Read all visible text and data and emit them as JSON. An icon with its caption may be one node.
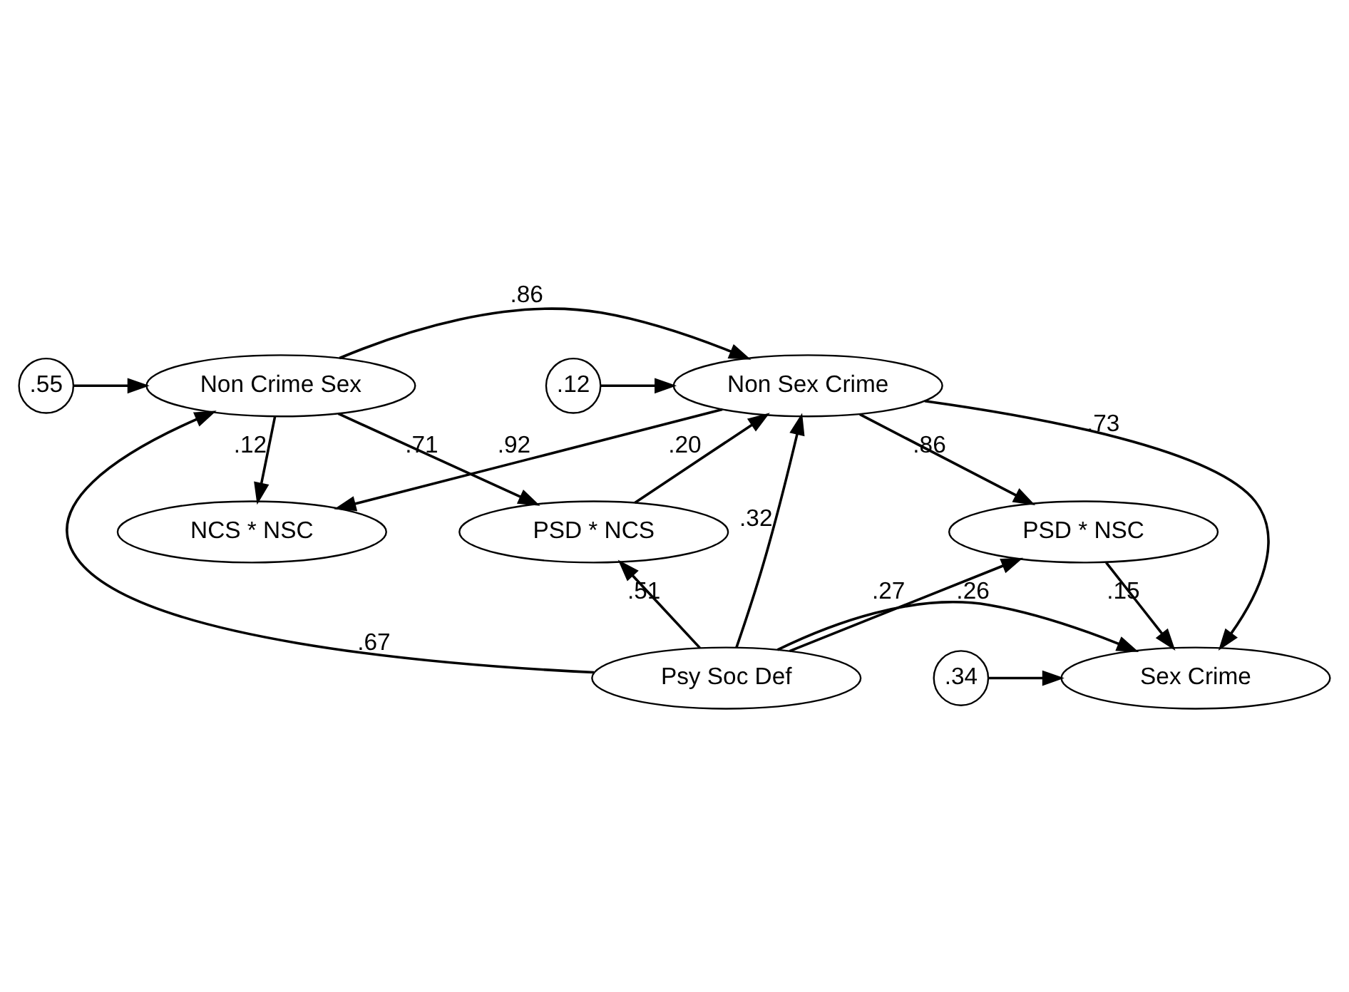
{
  "diagram": {
    "nodes": [
      {
        "text": [
          "Non Crime Sex"
        ]
      },
      {
        "text": [
          ".55"
        ]
      },
      {
        "text": [
          ".12"
        ]
      },
      {
        "text": [
          "Non Sex Crime"
        ]
      },
      {
        "text": [
          "NCS * NSC"
        ]
      },
      {
        "text": [
          "PSD * NCS"
        ]
      },
      {
        "text": [
          "PSD * NSC"
        ]
      },
      {
        "text": [
          "Psy Soc Def"
        ]
      },
      {
        "text": [
          "Sex Crime"
        ]
      },
      {
        "text": [
          ".34"
        ]
      }
    ],
    "edges": [
      {
        "from": 1,
        "to": 0,
        "arrow": "to"
      },
      {
        "from": 2,
        "to": 3,
        "arrow": "to"
      },
      {
        "from": 0,
        "to": 3,
        "arrow": "to",
        "label": ".86"
      },
      {
        "from": 0,
        "to": 4,
        "arrow": "to",
        "label": ".12"
      },
      {
        "from": 3,
        "to": 4,
        "arrow": "to",
        "label": ".92"
      },
      {
        "from": 5,
        "to": 3,
        "arrow": "to",
        "label": ".20"
      },
      {
        "from": 7,
        "to": 3,
        "arrow": "to",
        "label": ".32"
      },
      {
        "from": 0,
        "to": 5,
        "arrow": "to",
        "label": ".71"
      },
      {
        "from": 3,
        "to": 6,
        "arrow": "to",
        "label": ".86"
      },
      {
        "from": 7,
        "to": 0,
        "arrow": "to",
        "label": ".67"
      },
      {
        "from": 7,
        "to": 5,
        "arrow": "to",
        "label": ".51"
      },
      {
        "from": 7,
        "to": 6,
        "arrow": "to",
        "label": ".27"
      },
      {
        "from": 6,
        "to": 8,
        "arrow": "to",
        "label": ".15"
      },
      {
        "from": 3,
        "to": 8,
        "arrow": "to",
        "label": ".73"
      },
      {
        "from": 7,
        "to": 8,
        "arrow": "to",
        "label": ".26"
      },
      {
        "from": 9,
        "to": 8,
        "arrow": "to"
      }
    ]
  }
}
